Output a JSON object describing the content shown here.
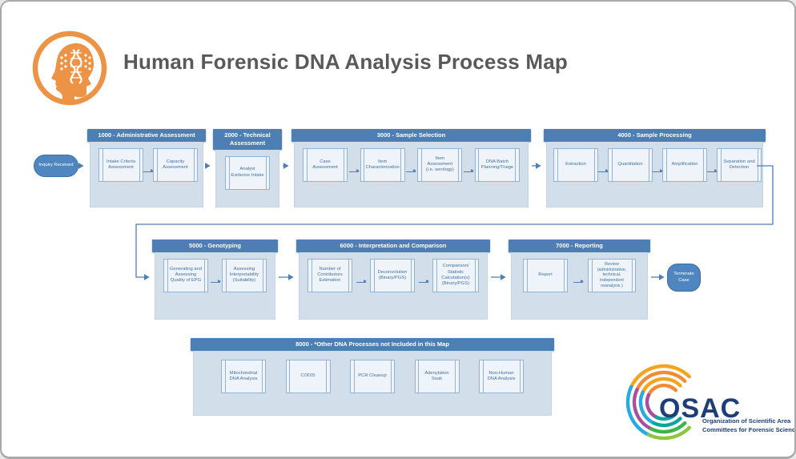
{
  "page": {
    "title": "Human Forensic DNA Analysis Process Map"
  },
  "colors": {
    "section_header_blue": "#4d7fb5",
    "section_body_fill": "#d2dfeb",
    "step_box_fill": "#eef4fa",
    "step_box_border": "#94b2d2",
    "step_text_blue": "#44719f",
    "pill_fill": "#4f86c0",
    "arrow_blue": "#4d7fb5",
    "title_gray": "#595959",
    "logo_orange": "#ec9346",
    "osac_navy": "#1d3e76"
  },
  "start_node": {
    "label": "Inquiry Received"
  },
  "end_node": {
    "label": "Terminate Case"
  },
  "sections": [
    {
      "id": "1000",
      "title": "1000 - Administrative Assessment",
      "steps": [
        "Intake Criteria Assessment",
        "Capacity Assessment"
      ]
    },
    {
      "id": "2000",
      "title": "2000 - Technical Assessment",
      "steps": [
        "Analyst Evidence Intake"
      ]
    },
    {
      "id": "3000",
      "title": "3000 - Sample Selection",
      "steps": [
        "Case Assessment",
        "Item Characterization",
        "Item Assessment (i.e. serology)",
        "DNA Batch Planning/Triage"
      ]
    },
    {
      "id": "4000",
      "title": "4000 - Sample Processing",
      "steps": [
        "Extraction",
        "Quantitation",
        "Amplification",
        "Separation and Detection"
      ]
    },
    {
      "id": "5000",
      "title": "5000 - Genotyping",
      "steps": [
        "Generating and Assessing Quality of EPG",
        "Assessing Interpretability (Suitability)"
      ]
    },
    {
      "id": "6000",
      "title": "6000 - Interpretation and Comparison",
      "steps": [
        "Number of Contributors Estimation",
        "Deconvolution (Binary/PGS)",
        "Comparison/ Statistic Calculation(s) (Binary/PGS)"
      ]
    },
    {
      "id": "7000",
      "title": "7000 - Reporting",
      "steps": [
        "Report",
        "Review (administrative, technical, independent reanalysis )"
      ]
    },
    {
      "id": "8000",
      "title": "8000 - *Other DNA Processes not Included in this Map",
      "steps": [
        "Mitochondrial DNA Analysis",
        "CODIS",
        "PCR Cleanup",
        "Adenylation Soak",
        "Non-Human DNA Analysis"
      ]
    }
  ],
  "osac": {
    "acronym": "OSAC",
    "line1": "Organization of Scientific Area",
    "line2": "Committees for Forensic Science"
  }
}
